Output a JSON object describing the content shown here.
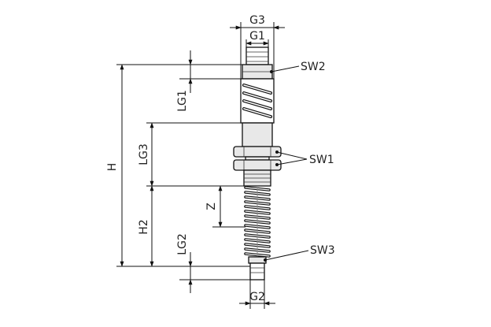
{
  "labels": {
    "g3": "G3",
    "g1": "G1",
    "g2": "G2",
    "sw1": "SW1",
    "sw2": "SW2",
    "sw3": "SW3",
    "h": "H",
    "h2": "H2",
    "lg1": "LG1",
    "lg2": "LG2",
    "lg3": "LG3",
    "z": "Z"
  }
}
